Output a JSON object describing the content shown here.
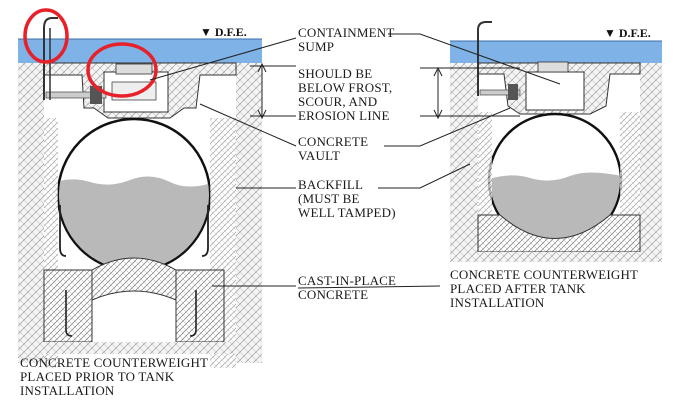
{
  "labels": {
    "dfe_left": "▼ D.F.E.",
    "dfe_right": "▼ D.F.E.",
    "containment_sump": "CONTAINMENT\nSUMP",
    "below_line": "SHOULD BE\nBELOW FROST,\nSCOUR, AND\nEROSION LINE",
    "concrete_vault": "CONCRETE\nVAULT",
    "backfill": "BACKFILL\n(MUST BE\nWELL TAMPED)",
    "cast_in_place": "CAST-IN-PLACE\nCONCRETE",
    "counterweight_after": "CONCRETE COUNTERWEIGHT\nPLACED AFTER TANK\nINSTALLATION",
    "counterweight_prior": "CONCRETE COUNTERWEIGHT\nPLACED PRIOR TO TANK\nINSTALLATION"
  },
  "colors": {
    "water": "#7fb2e6",
    "hatch": "#6b6b6b",
    "fill_liquid": "#b9b9b9",
    "highlight": "#e8202a"
  }
}
